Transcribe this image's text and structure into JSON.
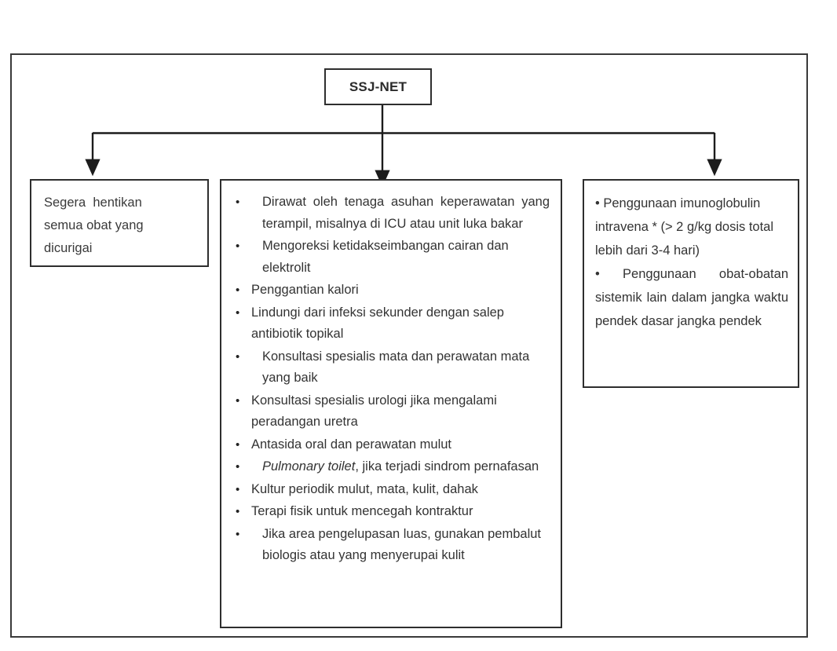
{
  "diagram": {
    "type": "flowchart",
    "root": {
      "label": "SSJ-NET"
    },
    "branches": [
      {
        "id": "left",
        "name": "stop-suspected-drugs",
        "lines": [
          "Segera  hentikan",
          "semua obat yang",
          "dicurigai"
        ]
      },
      {
        "id": "center",
        "name": "supportive-care-list",
        "items": [
          {
            "text": "Dirawat oleh tenaga asuhan keperawatan yang terampil, misalnya di ICU atau unit luka bakar",
            "style": "wide-justified"
          },
          {
            "text": "Mengoreksi ketidakseimbangan cairan dan elektrolit",
            "style": "wide"
          },
          {
            "text": "Penggantian kalori",
            "style": "normal"
          },
          {
            "text": "Lindungi dari infeksi sekunder dengan salep antibiotik topikal",
            "style": "normal"
          },
          {
            "text": "Konsultasi spesialis mata dan perawatan mata yang baik",
            "style": "wide"
          },
          {
            "text": "Konsultasi spesialis urologi jika mengalami peradangan uretra",
            "style": "normal"
          },
          {
            "text": "Antasida oral dan perawatan mulut",
            "style": "normal"
          },
          {
            "text_italic": "Pulmonary toilet",
            "text": ", jika terjadi sindrom pernafasan",
            "style": "wide-italic"
          },
          {
            "text": "Kultur periodik mulut, mata, kulit, dahak",
            "style": "normal"
          },
          {
            "text": "Terapi fisik untuk mencegah kontraktur",
            "style": "normal"
          },
          {
            "text": "Jika area pengelupasan luas, gunakan pembalut biologis atau yang menyerupai kulit",
            "style": "wide"
          }
        ]
      },
      {
        "id": "right",
        "name": "systemic-therapy-list",
        "blocks": [
          {
            "text": "• Penggunaan imunoglobulin intravena * (> 2 g/kg dosis total lebih dari 3-4 hari)",
            "justified": false
          },
          {
            "text": "• Penggunaan obat-obatan sistemik lain dalam jangka waktu pendek dasar jangka pendek",
            "justified": true
          }
        ]
      }
    ]
  },
  "colors": {
    "border": "#2e2e2e",
    "outer_border": "#3a3a3a",
    "text": "#333333",
    "background": "#ffffff"
  }
}
